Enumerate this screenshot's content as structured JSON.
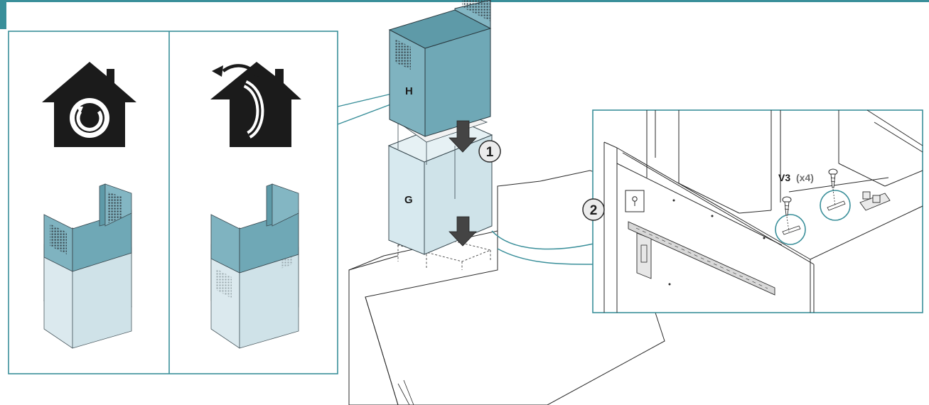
{
  "parts": {
    "h_label": "H",
    "g_label": "G"
  },
  "steps": {
    "step1": "1",
    "step2": "2"
  },
  "screw": {
    "code": "V3",
    "qty": "(x4)"
  },
  "icons": {
    "recirculation": "house-recirculation-icon",
    "ducted": "house-ducted-exhaust-icon"
  },
  "colors": {
    "accent": "#3a8f9a",
    "chimney_fill": "#7fb3c0",
    "panel_glass": "#d7e9ef"
  }
}
